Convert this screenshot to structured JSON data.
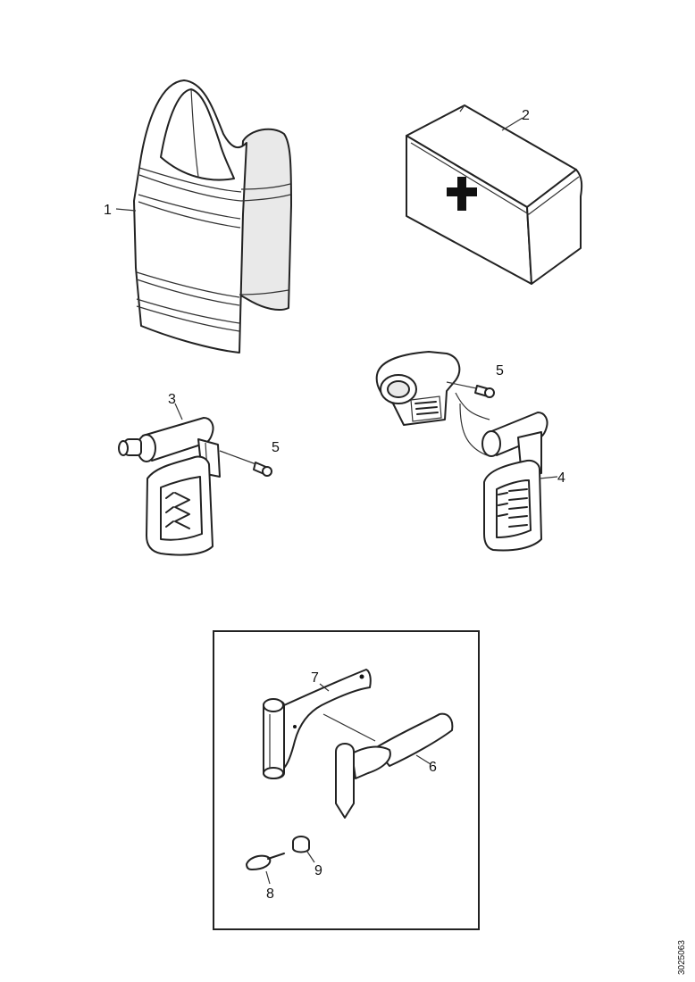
{
  "callouts": {
    "c1": "1",
    "c2": "2",
    "c3": "3",
    "c4": "4",
    "c5a": "5",
    "c5b": "5",
    "c6": "6",
    "c7": "7",
    "c8": "8",
    "c9": "9"
  },
  "drawing_code": "3025063",
  "icons": {
    "first_aid_cross": "first-aid-cross-icon"
  }
}
